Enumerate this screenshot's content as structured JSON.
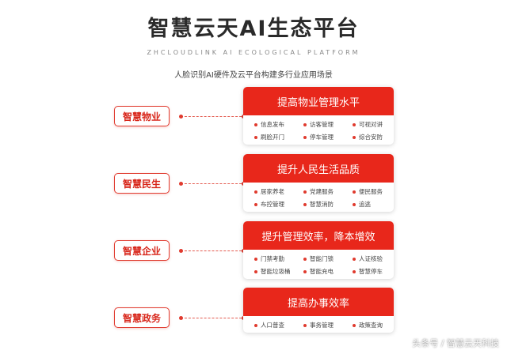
{
  "header": {
    "title": "智慧云天AI生态平台",
    "subtitle_en": "ZHCLOUDLINK AI ECOLOGICAL PLATFORM",
    "subtitle_cn": "人脸识别AI硬件及云平台构建多行业应用场景"
  },
  "sections": [
    {
      "label": "智慧物业",
      "card_title": "提高物业管理水平",
      "items": [
        "信息发布",
        "访客管理",
        "可视对讲",
        "刷脸开门",
        "停车管理",
        "综合安防"
      ]
    },
    {
      "label": "智慧民生",
      "card_title": "提升人民生活品质",
      "items": [
        "居家养老",
        "党建服务",
        "便民服务",
        "布控管理",
        "智慧消防",
        "追逃"
      ]
    },
    {
      "label": "智慧企业",
      "card_title": "提升管理效率，降本增效",
      "items": [
        "门禁考勤",
        "智能门锁",
        "人证核验",
        "智能垃圾桶",
        "智能充电",
        "智慧停车"
      ]
    },
    {
      "label": "智慧政务",
      "card_title": "提高办事效率",
      "items": [
        "人口普查",
        "事务管理",
        "政策查询"
      ]
    }
  ],
  "watermark": "头条号 / 智慧云天科技",
  "colors": {
    "accent": "#e8271b",
    "pill_text": "#d8261a"
  }
}
